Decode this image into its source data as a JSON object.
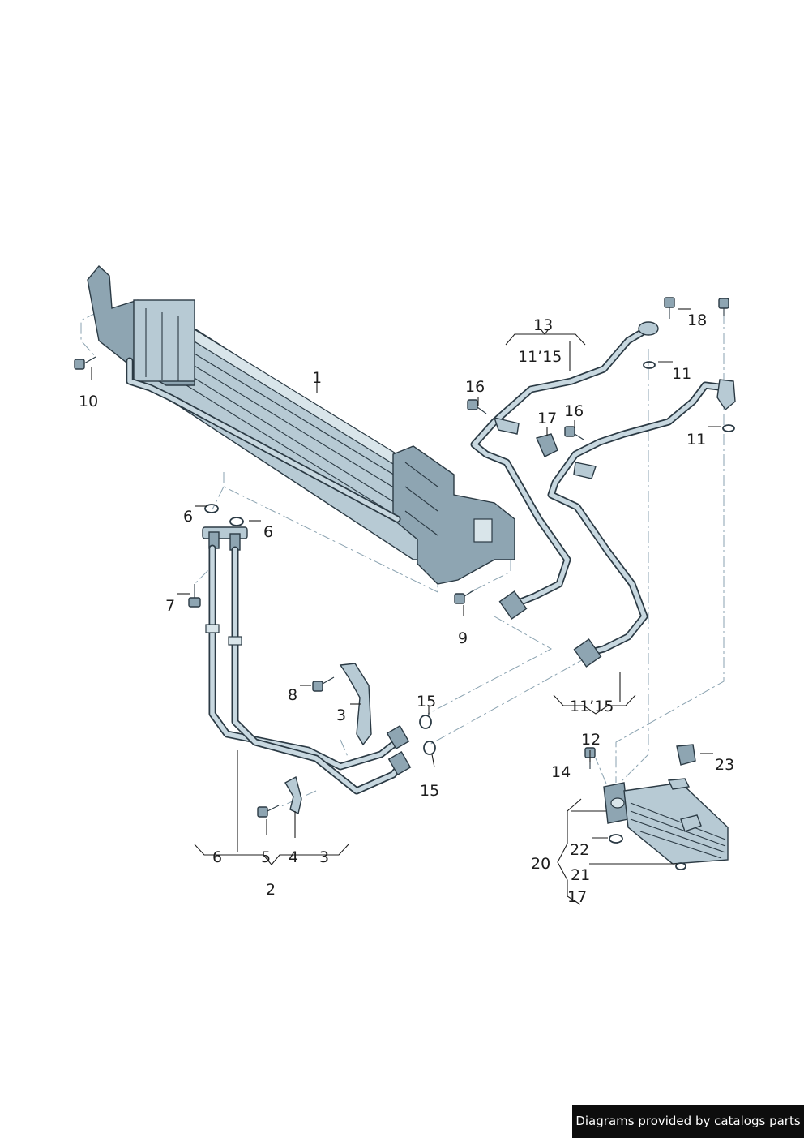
{
  "callouts": {
    "c1": "1",
    "c2": "2",
    "c3a": "3",
    "c3b": "3",
    "c4": "4",
    "c5": "5",
    "c6a": "6",
    "c6b": "6",
    "c6c": "6",
    "c7": "7",
    "c8": "8",
    "c9": "9",
    "c10": "10",
    "c11a": "11",
    "c11b": "11",
    "c12": "12",
    "c13": "13",
    "c13sub": "11’15",
    "c14": "14",
    "c15a": "15",
    "c15b": "15",
    "c15sub": "11’15",
    "c16a": "16",
    "c16b": "16",
    "c17a": "17",
    "c17b": "17",
    "c18": "18",
    "c20": "20",
    "c21": "21",
    "c22": "22",
    "c23": "23"
  },
  "credit": "Diagrams provided by catalogs parts",
  "colors": {
    "line": "#2b3a44",
    "part_fill": "#b7cad4",
    "leader_dash": "#8aa2b0"
  }
}
